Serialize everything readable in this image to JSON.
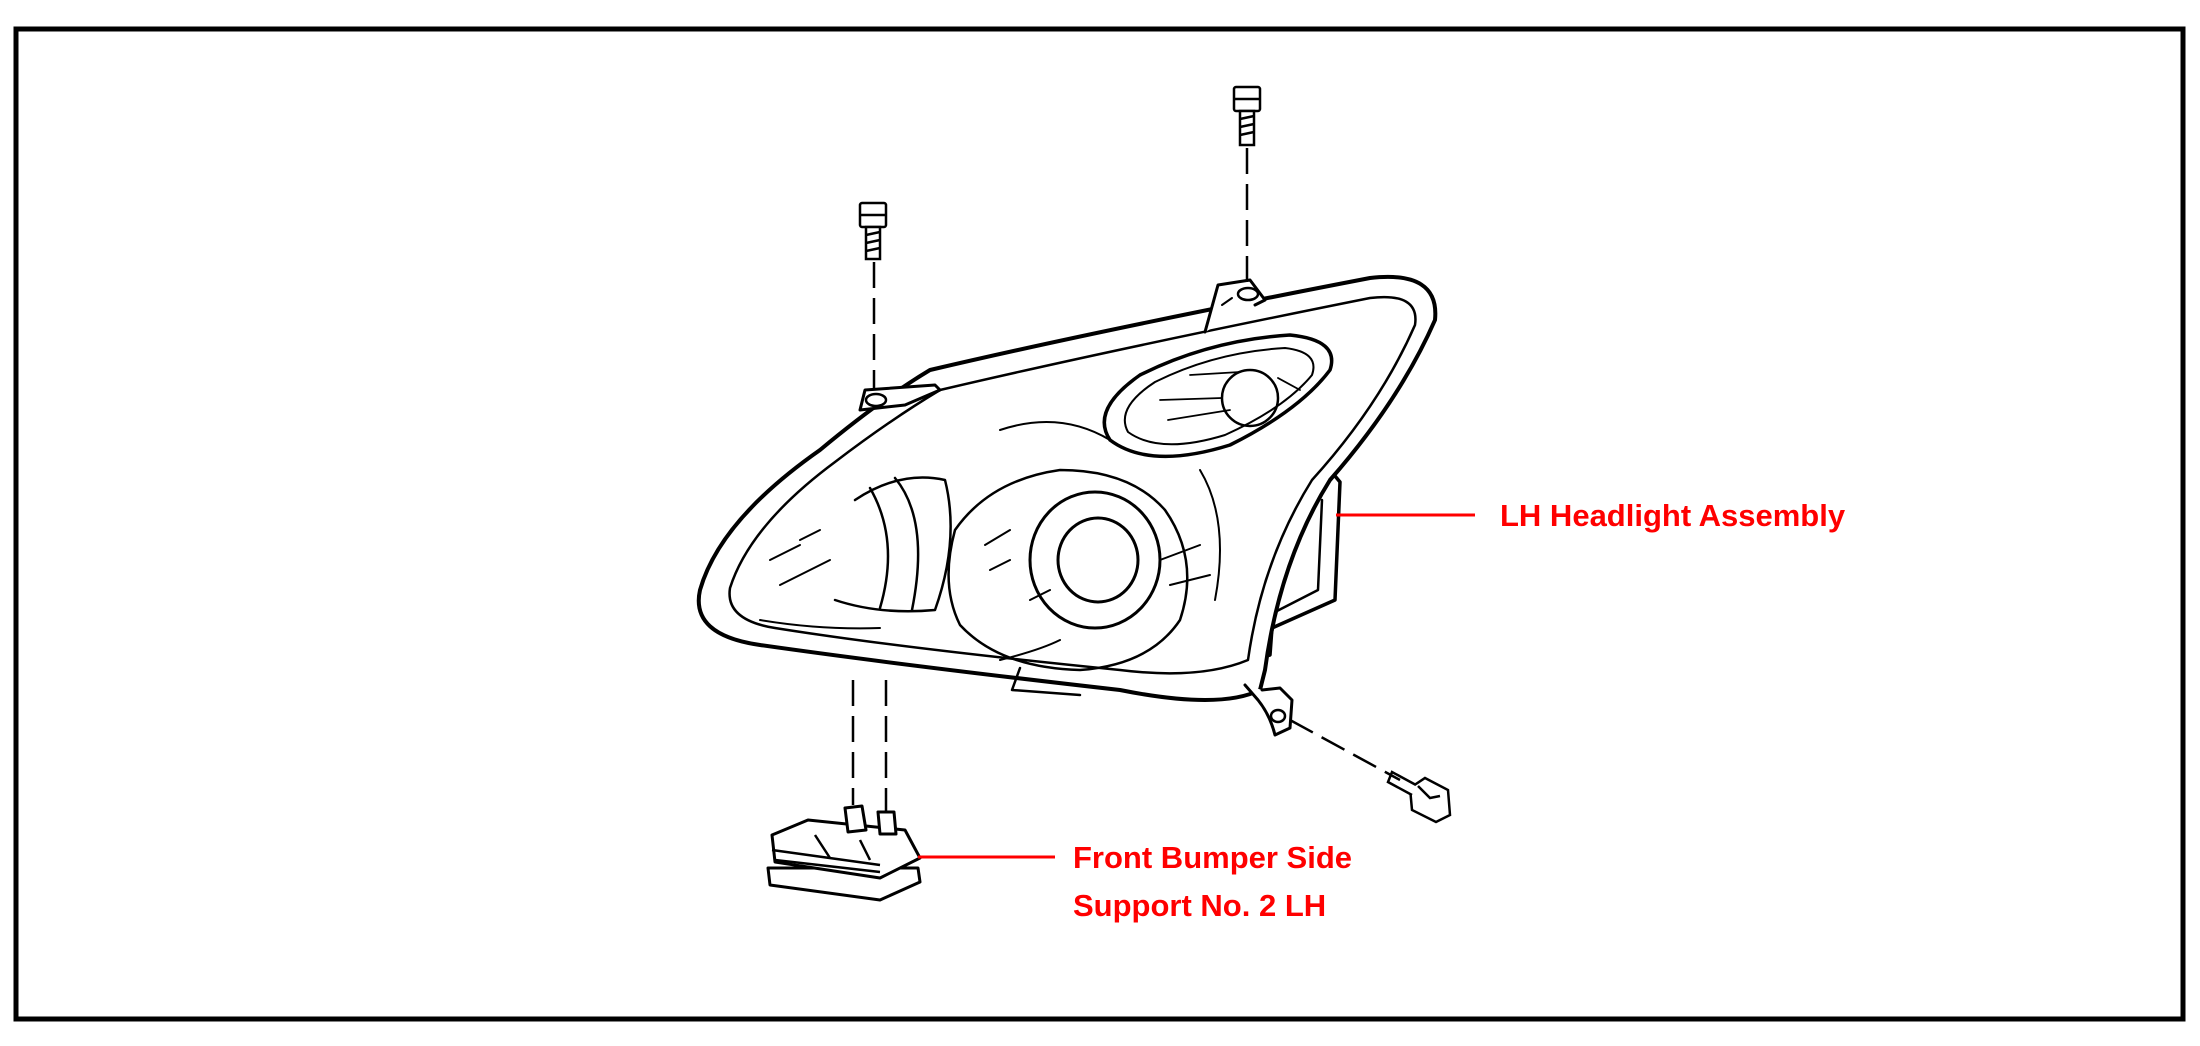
{
  "callouts": {
    "headlight": {
      "label": "LH Headlight Assembly"
    },
    "bumper_support": {
      "line1": "Front Bumper Side",
      "line2": "Support No. 2 LH"
    }
  },
  "colors": {
    "callout": "#ff0000",
    "line": "#000000",
    "background": "#ffffff"
  }
}
